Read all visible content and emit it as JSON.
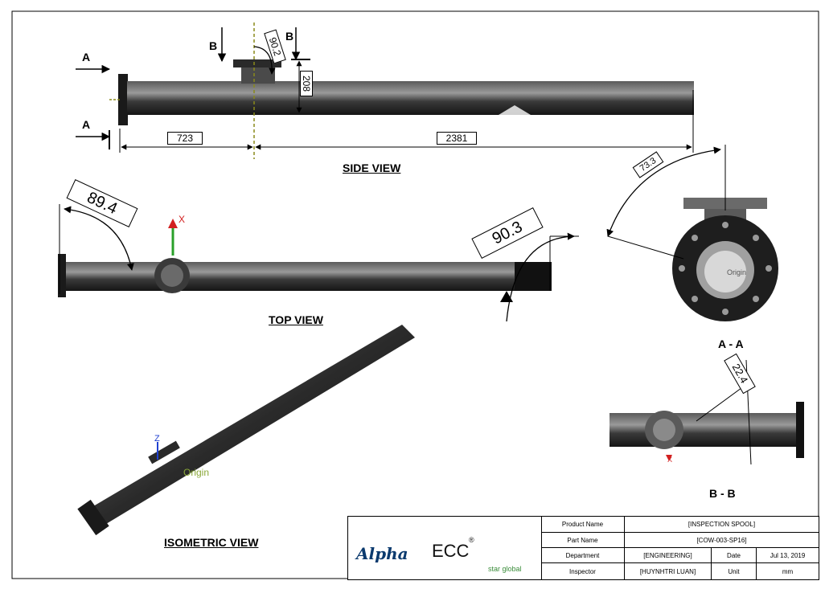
{
  "views": {
    "side": "SIDE VIEW",
    "top": "TOP VIEW",
    "isometric": "ISOMETRIC VIEW",
    "section_aa": "A - A",
    "section_bb": "B - B"
  },
  "section_arrows": {
    "a": "A",
    "b": "B"
  },
  "dimensions": {
    "length_left": "723",
    "length_right": "2381",
    "height_branch": "208",
    "angle_side": "90.2",
    "angle_top_left": "89.4",
    "angle_top_right": "90.3",
    "angle_aa": "73.3",
    "angle_bb": "22.4"
  },
  "axis_labels": {
    "x": "X",
    "z": "Z",
    "origin": "Origin"
  },
  "title_block": {
    "logo_alpha": "Alpha",
    "logo_ecc": "ECC",
    "logo_reg": "®",
    "logo_star": "star global",
    "rows": [
      {
        "label": "Product Name",
        "value": "[INSPECTION SPOOL]"
      },
      {
        "label": "Part Name",
        "value": "[COW-003-SP16]"
      }
    ],
    "department_label": "Department",
    "department_value": "[ENGINEERING]",
    "date_label": "Date",
    "date_value": "Jul 13, 2019",
    "inspector_label": "Inspector",
    "inspector_value": "[HUYNHTRI LUAN]",
    "unit_label": "Unit",
    "unit_value": "mm"
  },
  "colors": {
    "pipe_dark": "#1c1c1c",
    "pipe_light": "#8a8a8a",
    "logo_blue": "#0b3a6e",
    "logo_green": "#5aa828",
    "axis_red": "#d22020",
    "axis_green": "#2aa02a",
    "axis_blue": "#2040d0"
  }
}
